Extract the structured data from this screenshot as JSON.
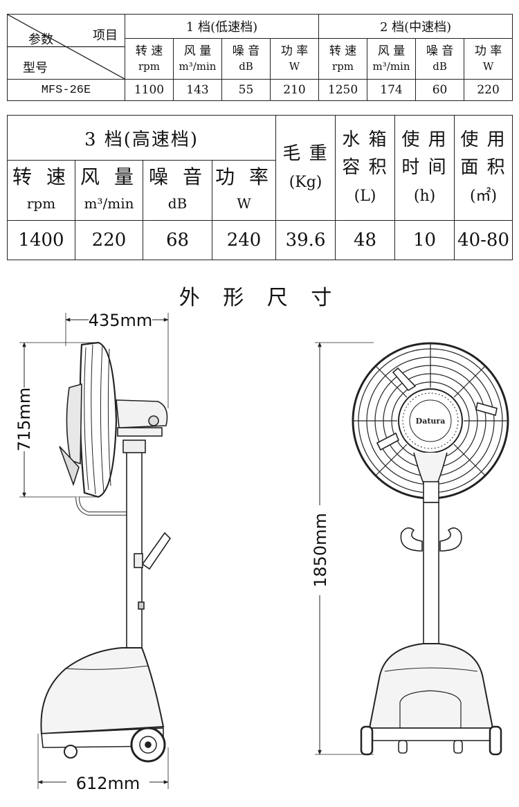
{
  "table1": {
    "corner": {
      "param": "参数",
      "item": "项目",
      "model": "型号"
    },
    "gears": [
      "1 档(低速档)",
      "2 档(中速档)"
    ],
    "subheaders": [
      {
        "label": "转 速",
        "unit": "rpm"
      },
      {
        "label": "风 量",
        "unit": "m³/min"
      },
      {
        "label": "噪 音",
        "unit": "dB"
      },
      {
        "label": "功 率",
        "unit": "W"
      },
      {
        "label": "转 速",
        "unit": "rpm"
      },
      {
        "label": "风 量",
        "unit": "m³/min"
      },
      {
        "label": "噪 音",
        "unit": "dB"
      },
      {
        "label": "功 率",
        "unit": "W"
      }
    ],
    "row": {
      "model": "MFS-26E",
      "values": [
        "1100",
        "143",
        "55",
        "210",
        "1250",
        "174",
        "60",
        "220"
      ]
    }
  },
  "table2": {
    "gear": "3 档(高速档)",
    "subheaders": [
      {
        "label": "转 速",
        "unit": "rpm"
      },
      {
        "label": "风 量",
        "unit": "m³/min"
      },
      {
        "label": "噪 音",
        "unit": "dB"
      },
      {
        "label": "功 率",
        "unit": "W"
      }
    ],
    "extra": [
      {
        "l1": "毛 重",
        "l2": "",
        "unit": "(Kg)"
      },
      {
        "l1": "水 箱",
        "l2": "容 积",
        "unit": "(L)"
      },
      {
        "l1": "使 用",
        "l2": "时 间",
        "unit": "(h)"
      },
      {
        "l1": "使 用",
        "l2": "面 积",
        "unit": "(㎡)"
      }
    ],
    "values": [
      "1400",
      "220",
      "68",
      "240",
      "39.6",
      "48",
      "10",
      "40-80"
    ]
  },
  "dimensions": {
    "title": "外 形 尺 寸",
    "width_top": "435mm",
    "height_head": "715mm",
    "height_total": "1850mm",
    "width_base": "612mm",
    "brand": "Datura"
  }
}
